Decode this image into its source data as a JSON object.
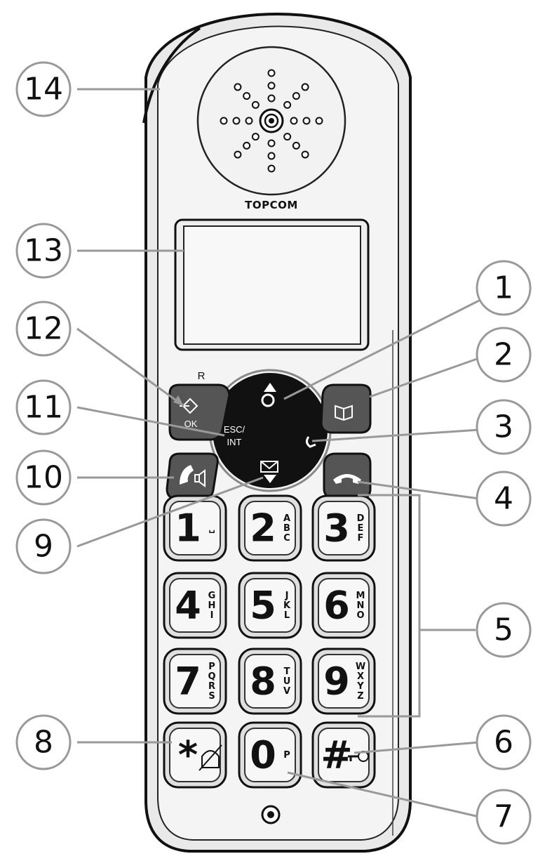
{
  "brand": "TOPCOM",
  "callouts": [
    "1",
    "2",
    "3",
    "4",
    "5",
    "6",
    "7",
    "8",
    "9",
    "10",
    "11",
    "12",
    "13",
    "14"
  ],
  "labels": {
    "recall": "R",
    "ok": "OK",
    "esc": "ESC/",
    "int": "INT"
  },
  "keypad": [
    {
      "digit": "1",
      "letters": "␣"
    },
    {
      "digit": "2",
      "letters": "ABC"
    },
    {
      "digit": "3",
      "letters": "DEF"
    },
    {
      "digit": "4",
      "letters": "GHI"
    },
    {
      "digit": "5",
      "letters": "JKL"
    },
    {
      "digit": "6",
      "letters": "MNO"
    },
    {
      "digit": "7",
      "letters": "PQRS"
    },
    {
      "digit": "8",
      "letters": "TUV"
    },
    {
      "digit": "9",
      "letters": "WXYZ"
    },
    {
      "digit": "*",
      "letters": ""
    },
    {
      "digit": "0",
      "letters": "P"
    },
    {
      "digit": "#",
      "letters": ""
    }
  ],
  "icons": [
    "speaker-grille-icon",
    "menu-ok-icon",
    "redial-up-icon",
    "phonebook-icon",
    "call-icon",
    "speakerphone-icon",
    "hangup-icon",
    "message-down-icon",
    "ringer-off-icon",
    "keylock-icon",
    "charging-contact-icon"
  ]
}
